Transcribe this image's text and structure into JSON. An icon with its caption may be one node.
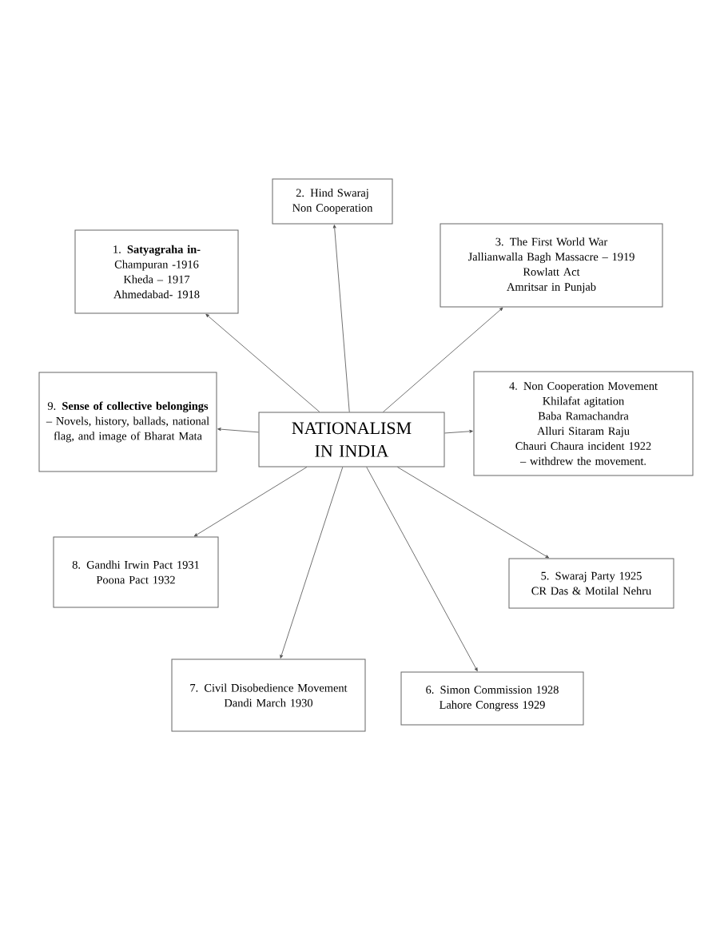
{
  "diagram": {
    "nodes": [
      {
        "text": [
          "NATIONALISM IN INDIA"
        ]
      },
      {
        "text": [
          "1. **Satyagraha in-**",
          "Champuran -1916",
          "Kheda – 1917",
          "Ahmedabad- 1918"
        ]
      },
      {
        "text": [
          "2. Hind Swaraj",
          "Non Cooperation"
        ]
      },
      {
        "text": [
          "3. The First World War",
          "Jallianwalla Bagh Massacre – 1919",
          "Rowlatt Act",
          "Amritsar in Punjab"
        ]
      },
      {
        "text": [
          "4. Non Cooperation Movement",
          "Khilafat agitation",
          "Baba Ramachandra",
          "Alluri Sitaram Raju",
          "Chauri Chaura incident 1922 – withdrew the movement."
        ]
      },
      {
        "text": [
          "5. Swaraj Party 1925",
          "CR Das & Motilal Nehru"
        ]
      },
      {
        "text": [
          "6. Simon Commission 1928",
          "Lahore Congress 1929"
        ]
      },
      {
        "text": [
          "7. Civil Disobedience Movement",
          "Dandi March 1930"
        ]
      },
      {
        "text": [
          "8. Gandhi Irwin Pact 1931",
          "Poona Pact 1932"
        ]
      },
      {
        "text": [
          "9. **Sense of collective belongings** – Novels, history, ballads, national flag, and image of Bharat Mata"
        ]
      }
    ],
    "edges": [
      {
        "from": 0,
        "to": 1,
        "arrow": "to"
      },
      {
        "from": 0,
        "to": 2,
        "arrow": "to"
      },
      {
        "from": 0,
        "to": 3,
        "arrow": "to"
      },
      {
        "from": 0,
        "to": 4,
        "arrow": "to"
      },
      {
        "from": 0,
        "to": 5,
        "arrow": "to"
      },
      {
        "from": 0,
        "to": 6,
        "arrow": "to"
      },
      {
        "from": 0,
        "to": 7,
        "arrow": "to"
      },
      {
        "from": 0,
        "to": 8,
        "arrow": "to"
      },
      {
        "from": 0,
        "to": 9,
        "arrow": "to"
      }
    ]
  }
}
